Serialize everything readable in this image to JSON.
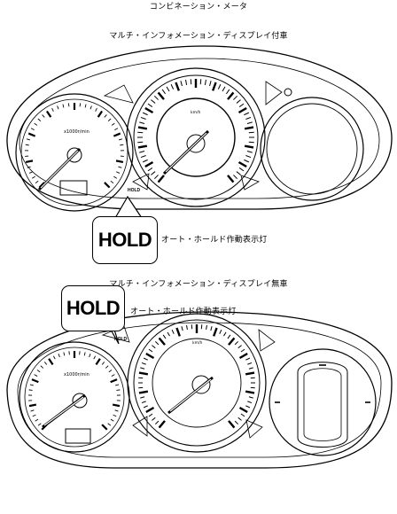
{
  "title": "コンビネーション・メータ",
  "section_with_display": {
    "heading": "マルチ・インフォメーション・ディスプレイ付車",
    "tach_unit": "x1000r/min",
    "speed_unit": "km/h",
    "indicator_small": "HOLD",
    "callout_text": "HOLD",
    "label": "オート・ホールド作動表示灯"
  },
  "section_without_display": {
    "heading": "マルチ・インフォメーション・ディスプレイ無車",
    "tach_unit": "x1000r/min",
    "speed_unit": "km/h",
    "indicator_small": "HOLD",
    "callout_text": "HOLD",
    "label": "オート・ホールド作動表示灯"
  }
}
